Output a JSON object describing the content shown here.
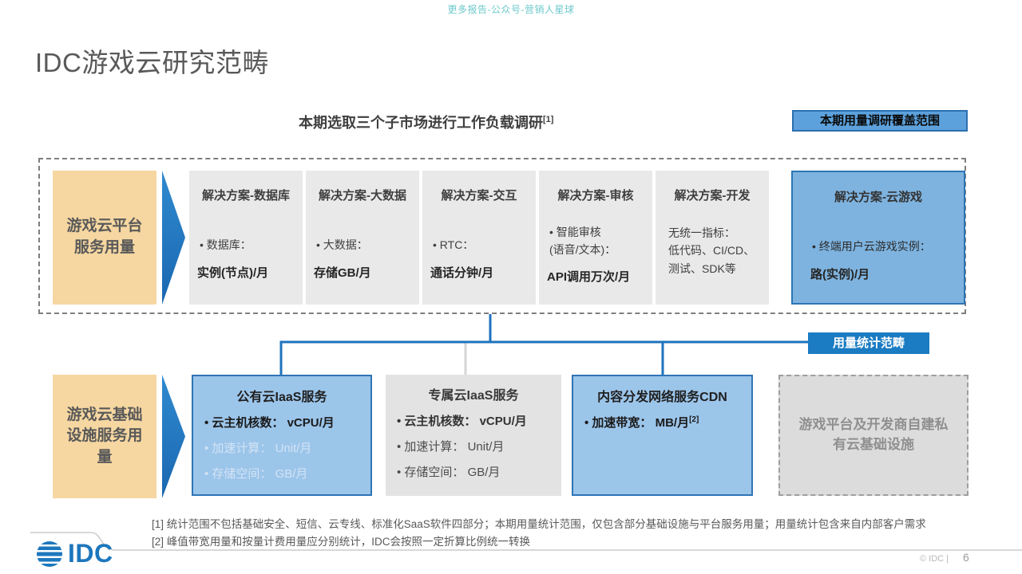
{
  "page": {
    "top_note": "更多报告-公众号-营销人星球",
    "title": "IDC游戏云研究范畴",
    "subtitle": "本期选取三个子市场进行工作负载调研",
    "subtitle_sup": "[1]",
    "coverage_badge": "本期用量调研覆盖范围",
    "stats_badge": "用量统计范畴"
  },
  "row1": {
    "label": "游戏云平台\n服务用量",
    "boxes": [
      {
        "title": "解决方案-数据库",
        "bullet": "• 数据库：",
        "metric": "实例(节点)/月"
      },
      {
        "title": "解决方案-大数据",
        "bullet": "• 大数据：",
        "metric": "存储GB/月"
      },
      {
        "title": "解决方案-交互",
        "bullet": "• RTC：",
        "metric": "通话分钟/月"
      },
      {
        "title": "解决方案-审核",
        "bullet": "• 智能审核\n  (语音/文本)：",
        "metric": "API调用万次/月"
      },
      {
        "title": "解决方案-开发",
        "lines": "无统一指标：\n低代码、CI/CD、\n测试、SDK等"
      },
      {
        "title": "解决方案-云游戏",
        "bullet": "• 终端用户云游戏实例：",
        "metric": "路(实例)/月"
      }
    ]
  },
  "row2": {
    "label": "游戏云基础\n设施服务用\n量",
    "boxes": [
      {
        "title": "公有云IaaS服务",
        "item1": "• 云主机核数：  vCPU/月",
        "item2": "• 加速计算：  Unit/月",
        "item3": "• 存储空间：  GB/月"
      },
      {
        "title": "专属云IaaS服务",
        "item1": "• 云主机核数：  vCPU/月",
        "item2": "• 加速计算：  Unit/月",
        "item3": "• 存储空间：  GB/月"
      },
      {
        "title": "内容分发网络服务CDN",
        "item1": "• 加速带宽：  MB/月",
        "item1_sup": "[2]"
      },
      {
        "title": "游戏平台及开发商自建私有云基础设施"
      }
    ]
  },
  "footnotes": {
    "note1": "[1] 统计范围不包括基础安全、短信、云专线、标准化SaaS软件四部分；本期用量统计范围，仅包含部分基础设施与平台服务用量；用量统计包含来自内部客户需求",
    "note2": "[2] 峰值带宽用量和按量计费用量应分别统计，IDC会按照一定折算比例统一转换"
  },
  "footer": {
    "logo_text": "IDC",
    "copyright": "© IDC |",
    "page_number": "6"
  },
  "icons": {
    "arrow_right": "blue-chevron-right",
    "globe": "idc-globe-logo"
  },
  "colors": {
    "accent_blue": "#1E74BE",
    "box_blue_row1": "#7EB3DF",
    "box_blue_row2": "#9CC5EA",
    "box_blue_border": "#2E75B6",
    "box_gray": "#E9E9E9",
    "label_orange": "#F6D7A1",
    "coverage_badge_fill": "#5CA1DC",
    "stats_badge_fill": "#1B7CC3",
    "teal_note": "#6FC9CC"
  }
}
